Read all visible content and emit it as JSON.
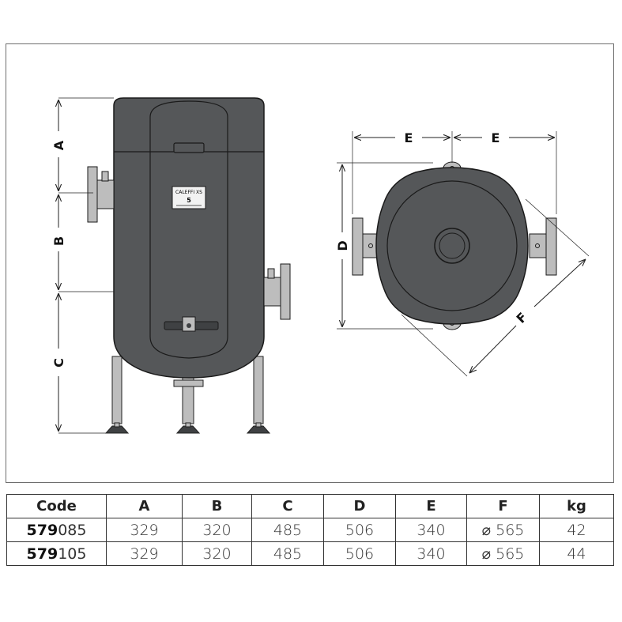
{
  "diagram": {
    "dimension_labels": {
      "A": "A",
      "B": "B",
      "C": "C",
      "D": "D",
      "E": "E",
      "F": "F"
    },
    "nameplate_text": "CALEFFI XS"
  },
  "table": {
    "headers": [
      "Code",
      "A",
      "B",
      "C",
      "D",
      "E",
      "F",
      "kg"
    ],
    "rows": [
      {
        "code_prefix": "579",
        "code_suffix": "085",
        "values": [
          "329",
          "320",
          "485",
          "506",
          "340",
          "⌀ 565",
          "42"
        ]
      },
      {
        "code_prefix": "579",
        "code_suffix": "105",
        "values": [
          "329",
          "320",
          "485",
          "506",
          "340",
          "⌀ 565",
          "44"
        ]
      }
    ]
  },
  "colors": {
    "body": "#555759",
    "body_dark": "#3f4143",
    "steel": "#bdbdbd",
    "line": "#1a1a1a",
    "frame": "#6e6e6e"
  }
}
